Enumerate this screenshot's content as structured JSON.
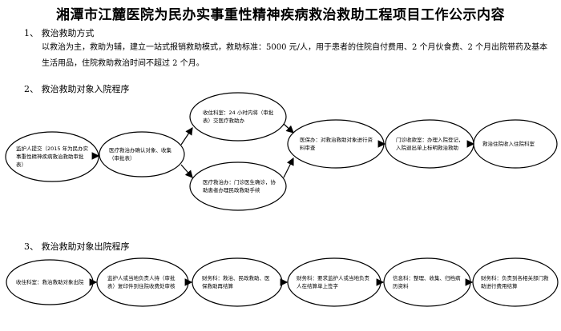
{
  "title": "湘潭市江麓医院为民办实事重性精神疾病救治救助工程项目工作公示内容",
  "section1": {
    "heading": "1、 救治救助方式",
    "body_line1": "以救治为主，救助为辅，建立一站式报销救助模式，救助标准：5000 元/人，用于患者的住院自付费用、2 个月伙食费、2 个月出院带药及基本",
    "body_line2": "生活用品，住院救助救治时间不超过 2 个月。"
  },
  "section2": {
    "heading": "2、 救治救助对象入院程序",
    "nodes": [
      "监护人提交（2015 年为民办实事重性精神疾病救治救助审批表）",
      "医疗救治办确认对象、收集（审批表）",
      "收住科室：24 小时内将（审批表）交医疗救助办",
      "医疗救治办：门诊医生确诊，协助患者办理民政救助手续",
      "医保办：对救治救助对象进行资料审查",
      "门诊收款室：办理入院登记，入院退出单上标明救治救助",
      "救治住院收入住院科室"
    ]
  },
  "section3": {
    "heading": "3、 救治救助对象出院程序",
    "nodes": [
      "收住科室：救治救助对象出院",
      "监护人或当地负责人持（审批表）复印件到住院收费处审核",
      "财务科：救治、民政救助、医保救助再结算",
      "财务科：要求监护人或当地负责人在结算单上签字",
      "信息科：整理、收集、归档病历资料",
      "财务科：负责到各相关部门救助进行费用结算"
    ]
  }
}
